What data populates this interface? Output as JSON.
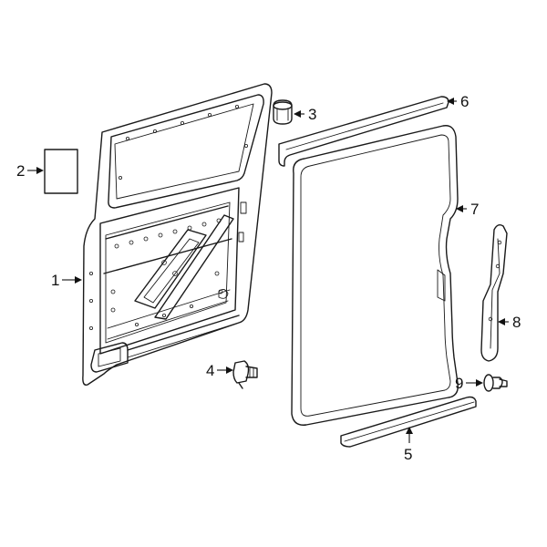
{
  "diagram": {
    "callouts": [
      {
        "id": "c1",
        "label": "1",
        "part": "door-shell"
      },
      {
        "id": "c2",
        "label": "2",
        "part": "label-sticker"
      },
      {
        "id": "c3",
        "label": "3",
        "part": "bumper"
      },
      {
        "id": "c4",
        "label": "4",
        "part": "hinge-bolt"
      },
      {
        "id": "c5",
        "label": "5",
        "part": "lower-scuff-seal"
      },
      {
        "id": "c6",
        "label": "6",
        "part": "upper-seal-strip"
      },
      {
        "id": "c7",
        "label": "7",
        "part": "weatherstrip"
      },
      {
        "id": "c8",
        "label": "8",
        "part": "rear-seal-bracket"
      },
      {
        "id": "c9",
        "label": "9",
        "part": "push-clip"
      }
    ]
  }
}
